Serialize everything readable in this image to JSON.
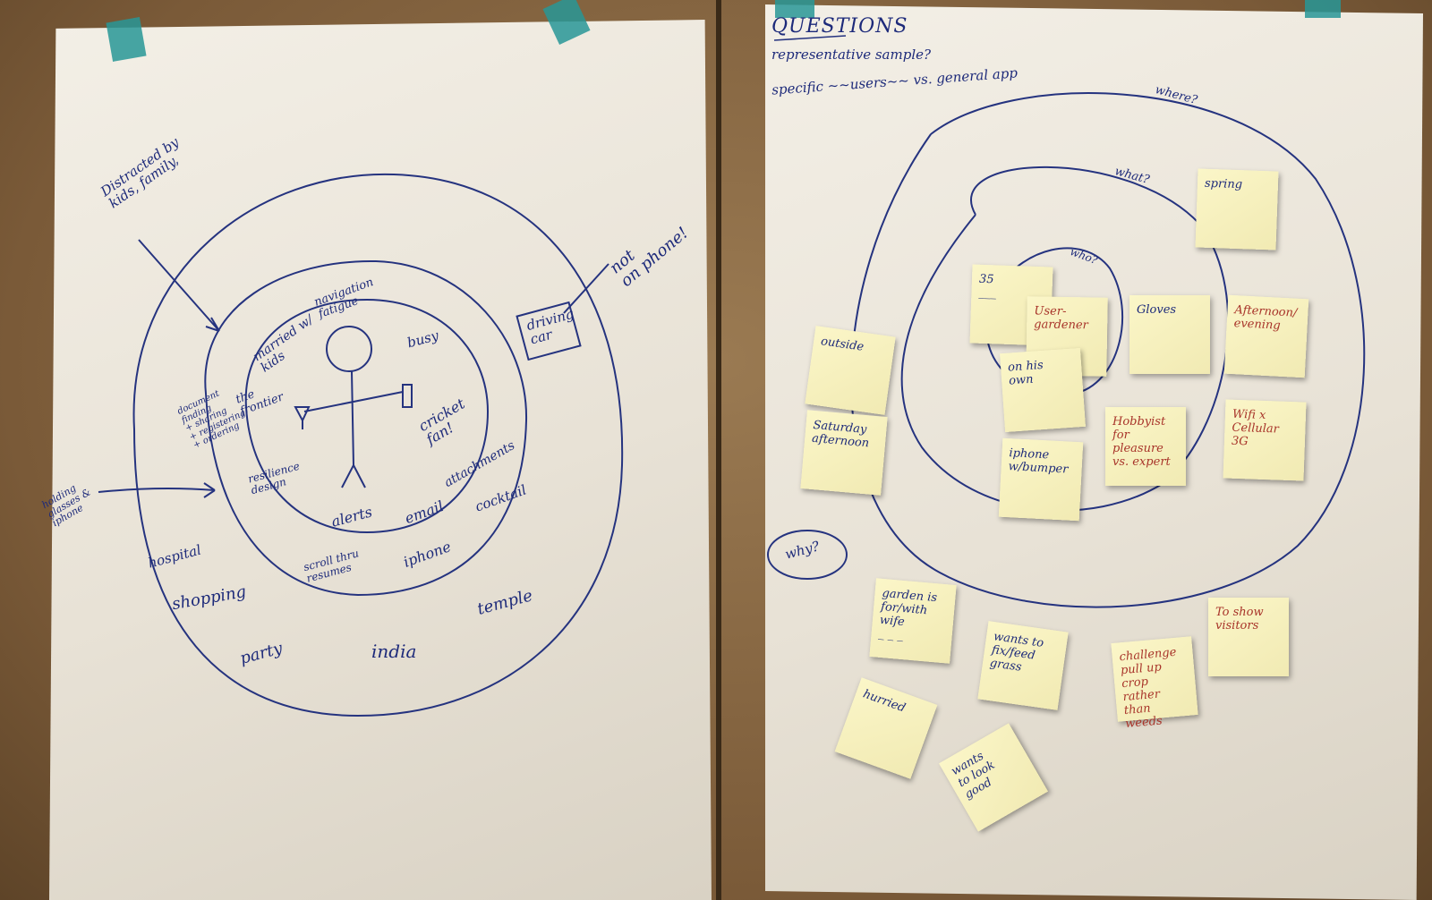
{
  "left_sheet": {
    "labels": [
      "Distracted by\nkids, family,",
      "not\non phone!",
      "driving\ncar",
      "navigation\nfatigue",
      "married w/\nkids",
      "busy",
      "cricket\nfan!",
      "the\nfrontier",
      "attachments",
      "email",
      "alerts",
      "cocktail",
      "resilience\ndesign",
      "shopping",
      "hospital",
      "temple",
      "party",
      "india",
      "scroll thru\nresumes",
      "iphone",
      "holding\nglasses &\niphone",
      "document\nfinding\n+ sharing\n+ registering\n+ ordering"
    ]
  },
  "right_sheet": {
    "header": [
      "QUESTIONS",
      "representative sample?",
      "specific ~~users~~ vs. general app"
    ],
    "ring_labels": [
      "where?",
      "what?",
      "who?",
      "why?"
    ],
    "stickies": [
      "spring",
      "35\n___",
      "User-gardener",
      "Gloves",
      "Afternoon/\nevening",
      "outside",
      "on his\nown",
      "Hobbyist\nfor pleasure\nvs. expert",
      "Wifi x\nCellular\n3G",
      "Saturday\nafternoon",
      "iphone\nw/bumper",
      "garden is\nfor/with\nwife\n_ _ _",
      "wants to\nfix/feed\ngrass",
      "challenge\npull up\ncrop rather\nthan weeds",
      "To show\nvisitors",
      "hurried",
      "wants\nto look\ngood"
    ]
  },
  "colors": {
    "ink": "#1d2a7a",
    "red_ink": "#a8342a",
    "sticky": "#f6f0bd",
    "tape": "#2a9696"
  }
}
